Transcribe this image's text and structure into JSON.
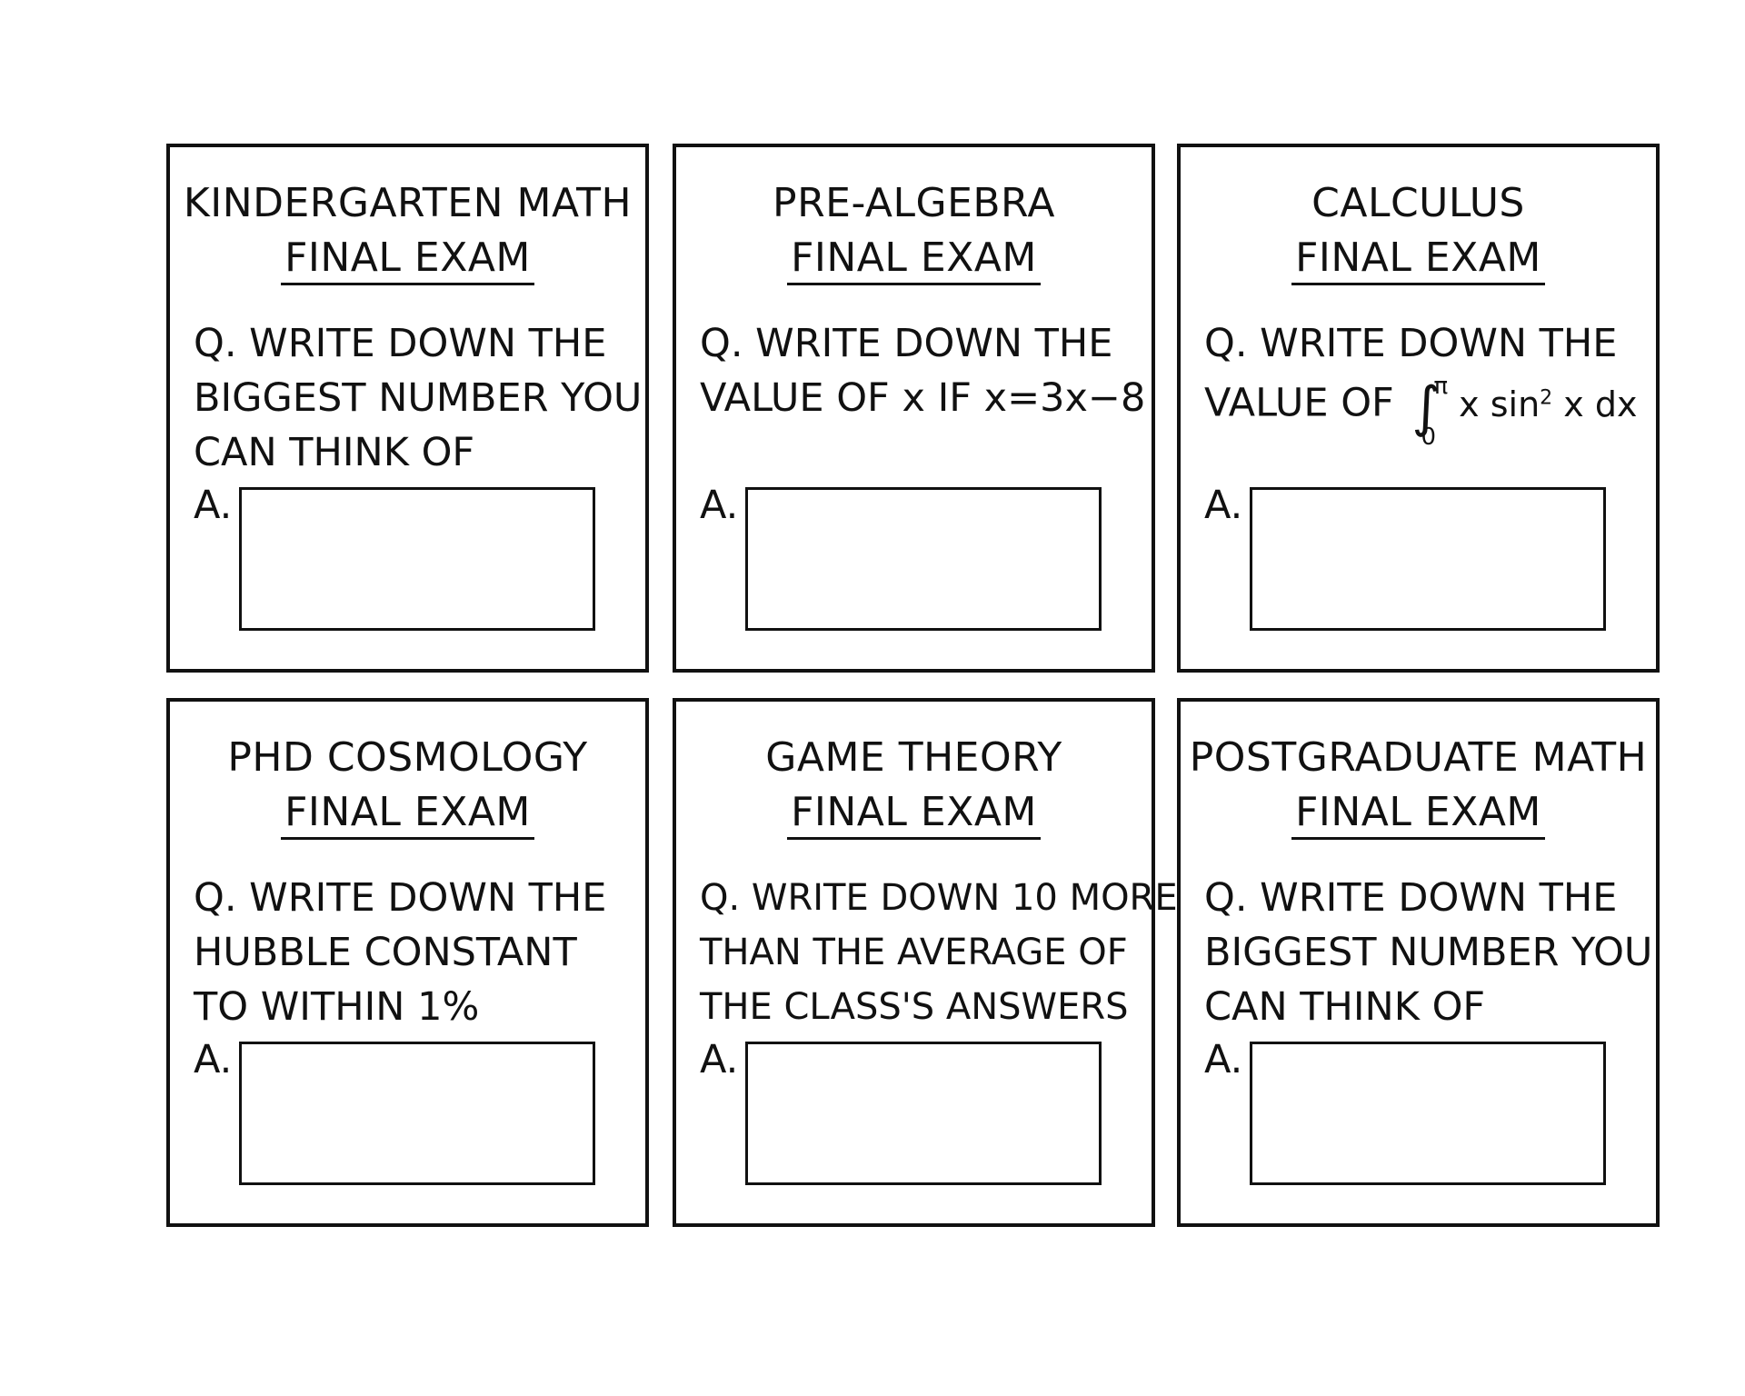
{
  "panels": [
    {
      "title_line1": "KINDERGARTEN MATH",
      "title_line2": "FINAL EXAM",
      "question_lines": [
        "Q. WRITE DOWN THE",
        "BIGGEST NUMBER YOU",
        "CAN THINK OF"
      ],
      "answer_label": "A."
    },
    {
      "title_line1": "PRE-ALGEBRA",
      "title_line2": "FINAL EXAM",
      "question_lines": [
        "Q. WRITE DOWN THE",
        "VALUE OF x IF x=3x−8"
      ],
      "answer_label": "A."
    },
    {
      "title_line1": "CALCULUS",
      "title_line2": "FINAL EXAM",
      "question_lines": [
        "Q. WRITE DOWN THE",
        "VALUE OF"
      ],
      "integral": {
        "symbol": "∫",
        "upper": "π",
        "lower": "0",
        "integrand": "x sin",
        "power": "2",
        "tail": "x dx"
      },
      "answer_label": "A."
    },
    {
      "title_line1": "PHD COSMOLOGY",
      "title_line2": "FINAL EXAM",
      "question_lines": [
        "Q. WRITE DOWN THE",
        "HUBBLE CONSTANT",
        "TO WITHIN 1%"
      ],
      "answer_label": "A."
    },
    {
      "title_line1": "GAME THEORY",
      "title_line2": "FINAL EXAM",
      "question_lines": [
        "Q. WRITE DOWN 10 MORE",
        "THAN THE AVERAGE OF",
        "THE CLASS'S ANSWERS"
      ],
      "answer_label": "A."
    },
    {
      "title_line1": "POSTGRADUATE MATH",
      "title_line2": "FINAL EXAM",
      "question_lines": [
        "Q. WRITE DOWN THE",
        "BIGGEST NUMBER YOU",
        "CAN THINK OF"
      ],
      "answer_label": "A."
    }
  ]
}
